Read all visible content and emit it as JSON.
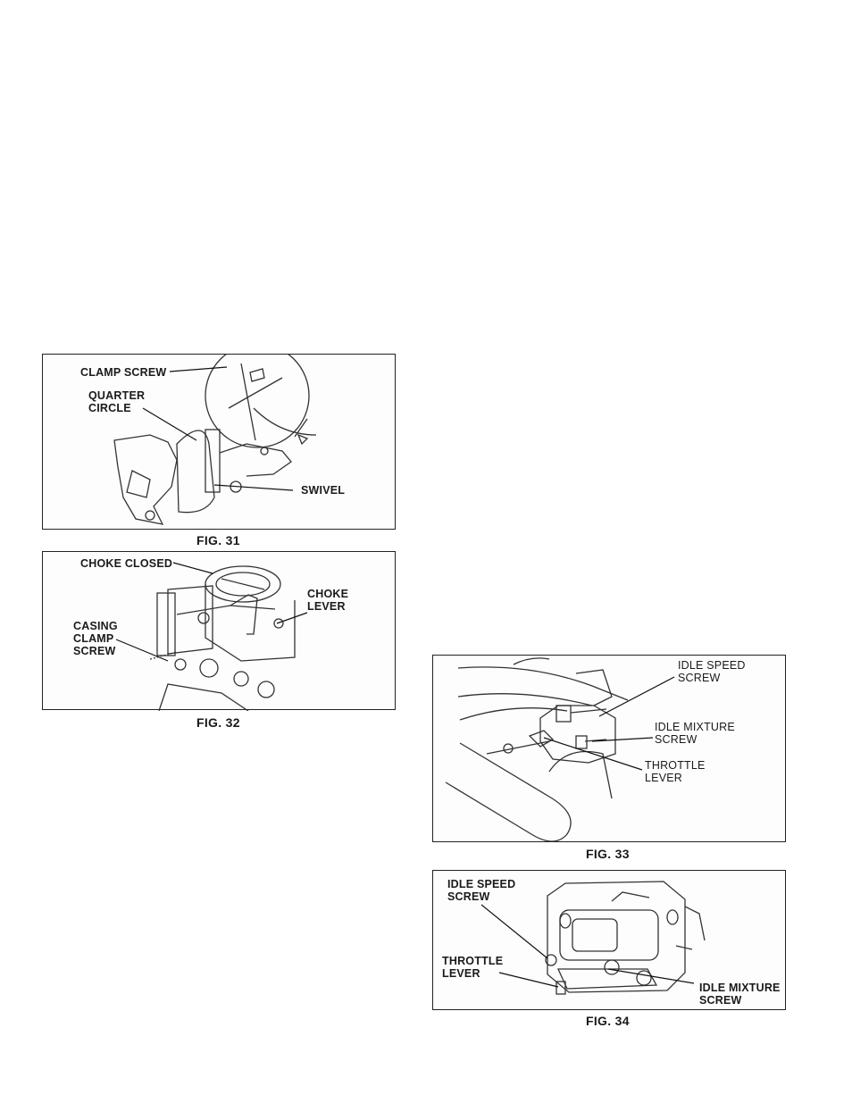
{
  "figures": {
    "fig31": {
      "caption": "FIG. 31",
      "labels": {
        "clamp_screw": "CLAMP SCREW",
        "quarter_circle": "QUARTER\nCIRCLE",
        "swivel": "SWIVEL"
      }
    },
    "fig32": {
      "caption": "FIG. 32",
      "labels": {
        "choke_closed": "CHOKE CLOSED",
        "choke_lever": "CHOKE\nLEVER",
        "casing_clamp_screw": "CASING\nCLAMP\nSCREW"
      }
    },
    "fig33": {
      "caption": "FIG. 33",
      "labels": {
        "idle_speed_screw": "IDLE SPEED\nSCREW",
        "idle_mixture_screw": "IDLE MIXTURE\nSCREW",
        "throttle_lever": "THROTTLE\nLEVER"
      }
    },
    "fig34": {
      "caption": "FIG. 34",
      "labels": {
        "idle_speed_screw": "IDLE SPEED\nSCREW",
        "throttle_lever": "THROTTLE\nLEVER",
        "idle_mixture_screw": "IDLE MIXTURE\nSCREW"
      }
    }
  }
}
